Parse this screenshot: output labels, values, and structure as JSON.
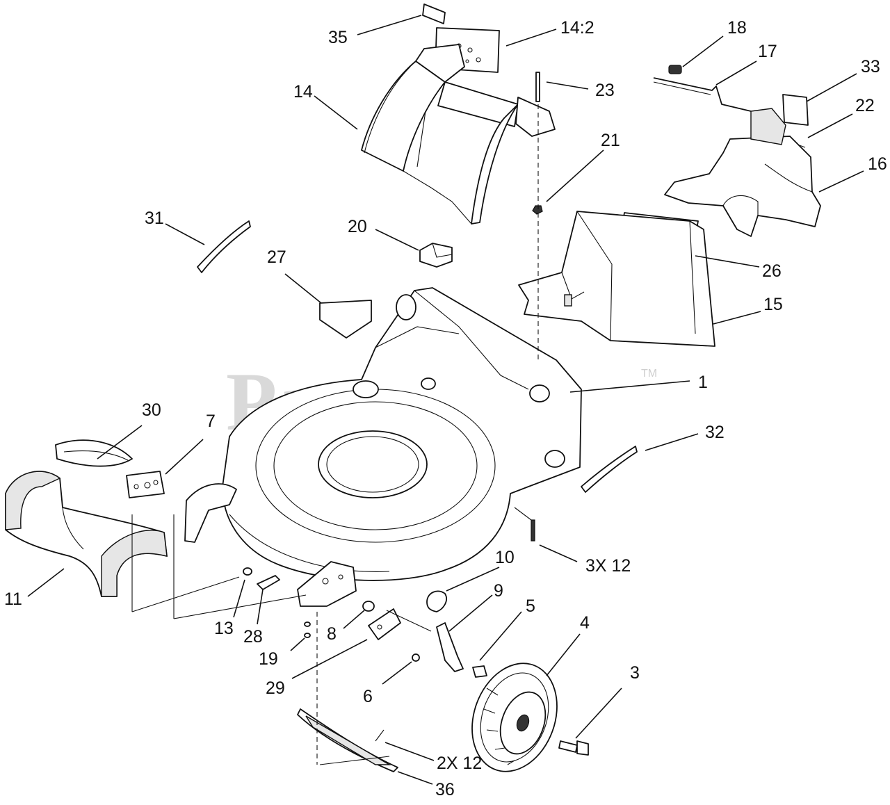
{
  "watermark": {
    "text": "PartsTree",
    "mark": "TM"
  },
  "callouts": [
    {
      "id": "35",
      "text": "35"
    },
    {
      "id": "14-2",
      "text": "14:2"
    },
    {
      "id": "18",
      "text": "18"
    },
    {
      "id": "17",
      "text": "17"
    },
    {
      "id": "33",
      "text": "33"
    },
    {
      "id": "23",
      "text": "23"
    },
    {
      "id": "14",
      "text": "14"
    },
    {
      "id": "22",
      "text": "22"
    },
    {
      "id": "21",
      "text": "21"
    },
    {
      "id": "16",
      "text": "16"
    },
    {
      "id": "31",
      "text": "31"
    },
    {
      "id": "20",
      "text": "20"
    },
    {
      "id": "26",
      "text": "26"
    },
    {
      "id": "27",
      "text": "27"
    },
    {
      "id": "15",
      "text": "15"
    },
    {
      "id": "1",
      "text": "1"
    },
    {
      "id": "30",
      "text": "30"
    },
    {
      "id": "7",
      "text": "7"
    },
    {
      "id": "32",
      "text": "32"
    },
    {
      "id": "10",
      "text": "10"
    },
    {
      "id": "3x12",
      "text": "3X 12"
    },
    {
      "id": "9",
      "text": "9"
    },
    {
      "id": "5",
      "text": "5"
    },
    {
      "id": "11",
      "text": "11"
    },
    {
      "id": "4",
      "text": "4"
    },
    {
      "id": "13",
      "text": "13"
    },
    {
      "id": "8",
      "text": "8"
    },
    {
      "id": "28",
      "text": "28"
    },
    {
      "id": "19",
      "text": "19"
    },
    {
      "id": "3",
      "text": "3"
    },
    {
      "id": "29",
      "text": "29"
    },
    {
      "id": "6",
      "text": "6"
    },
    {
      "id": "2x12",
      "text": "2X 12"
    },
    {
      "id": "36",
      "text": "36"
    }
  ]
}
